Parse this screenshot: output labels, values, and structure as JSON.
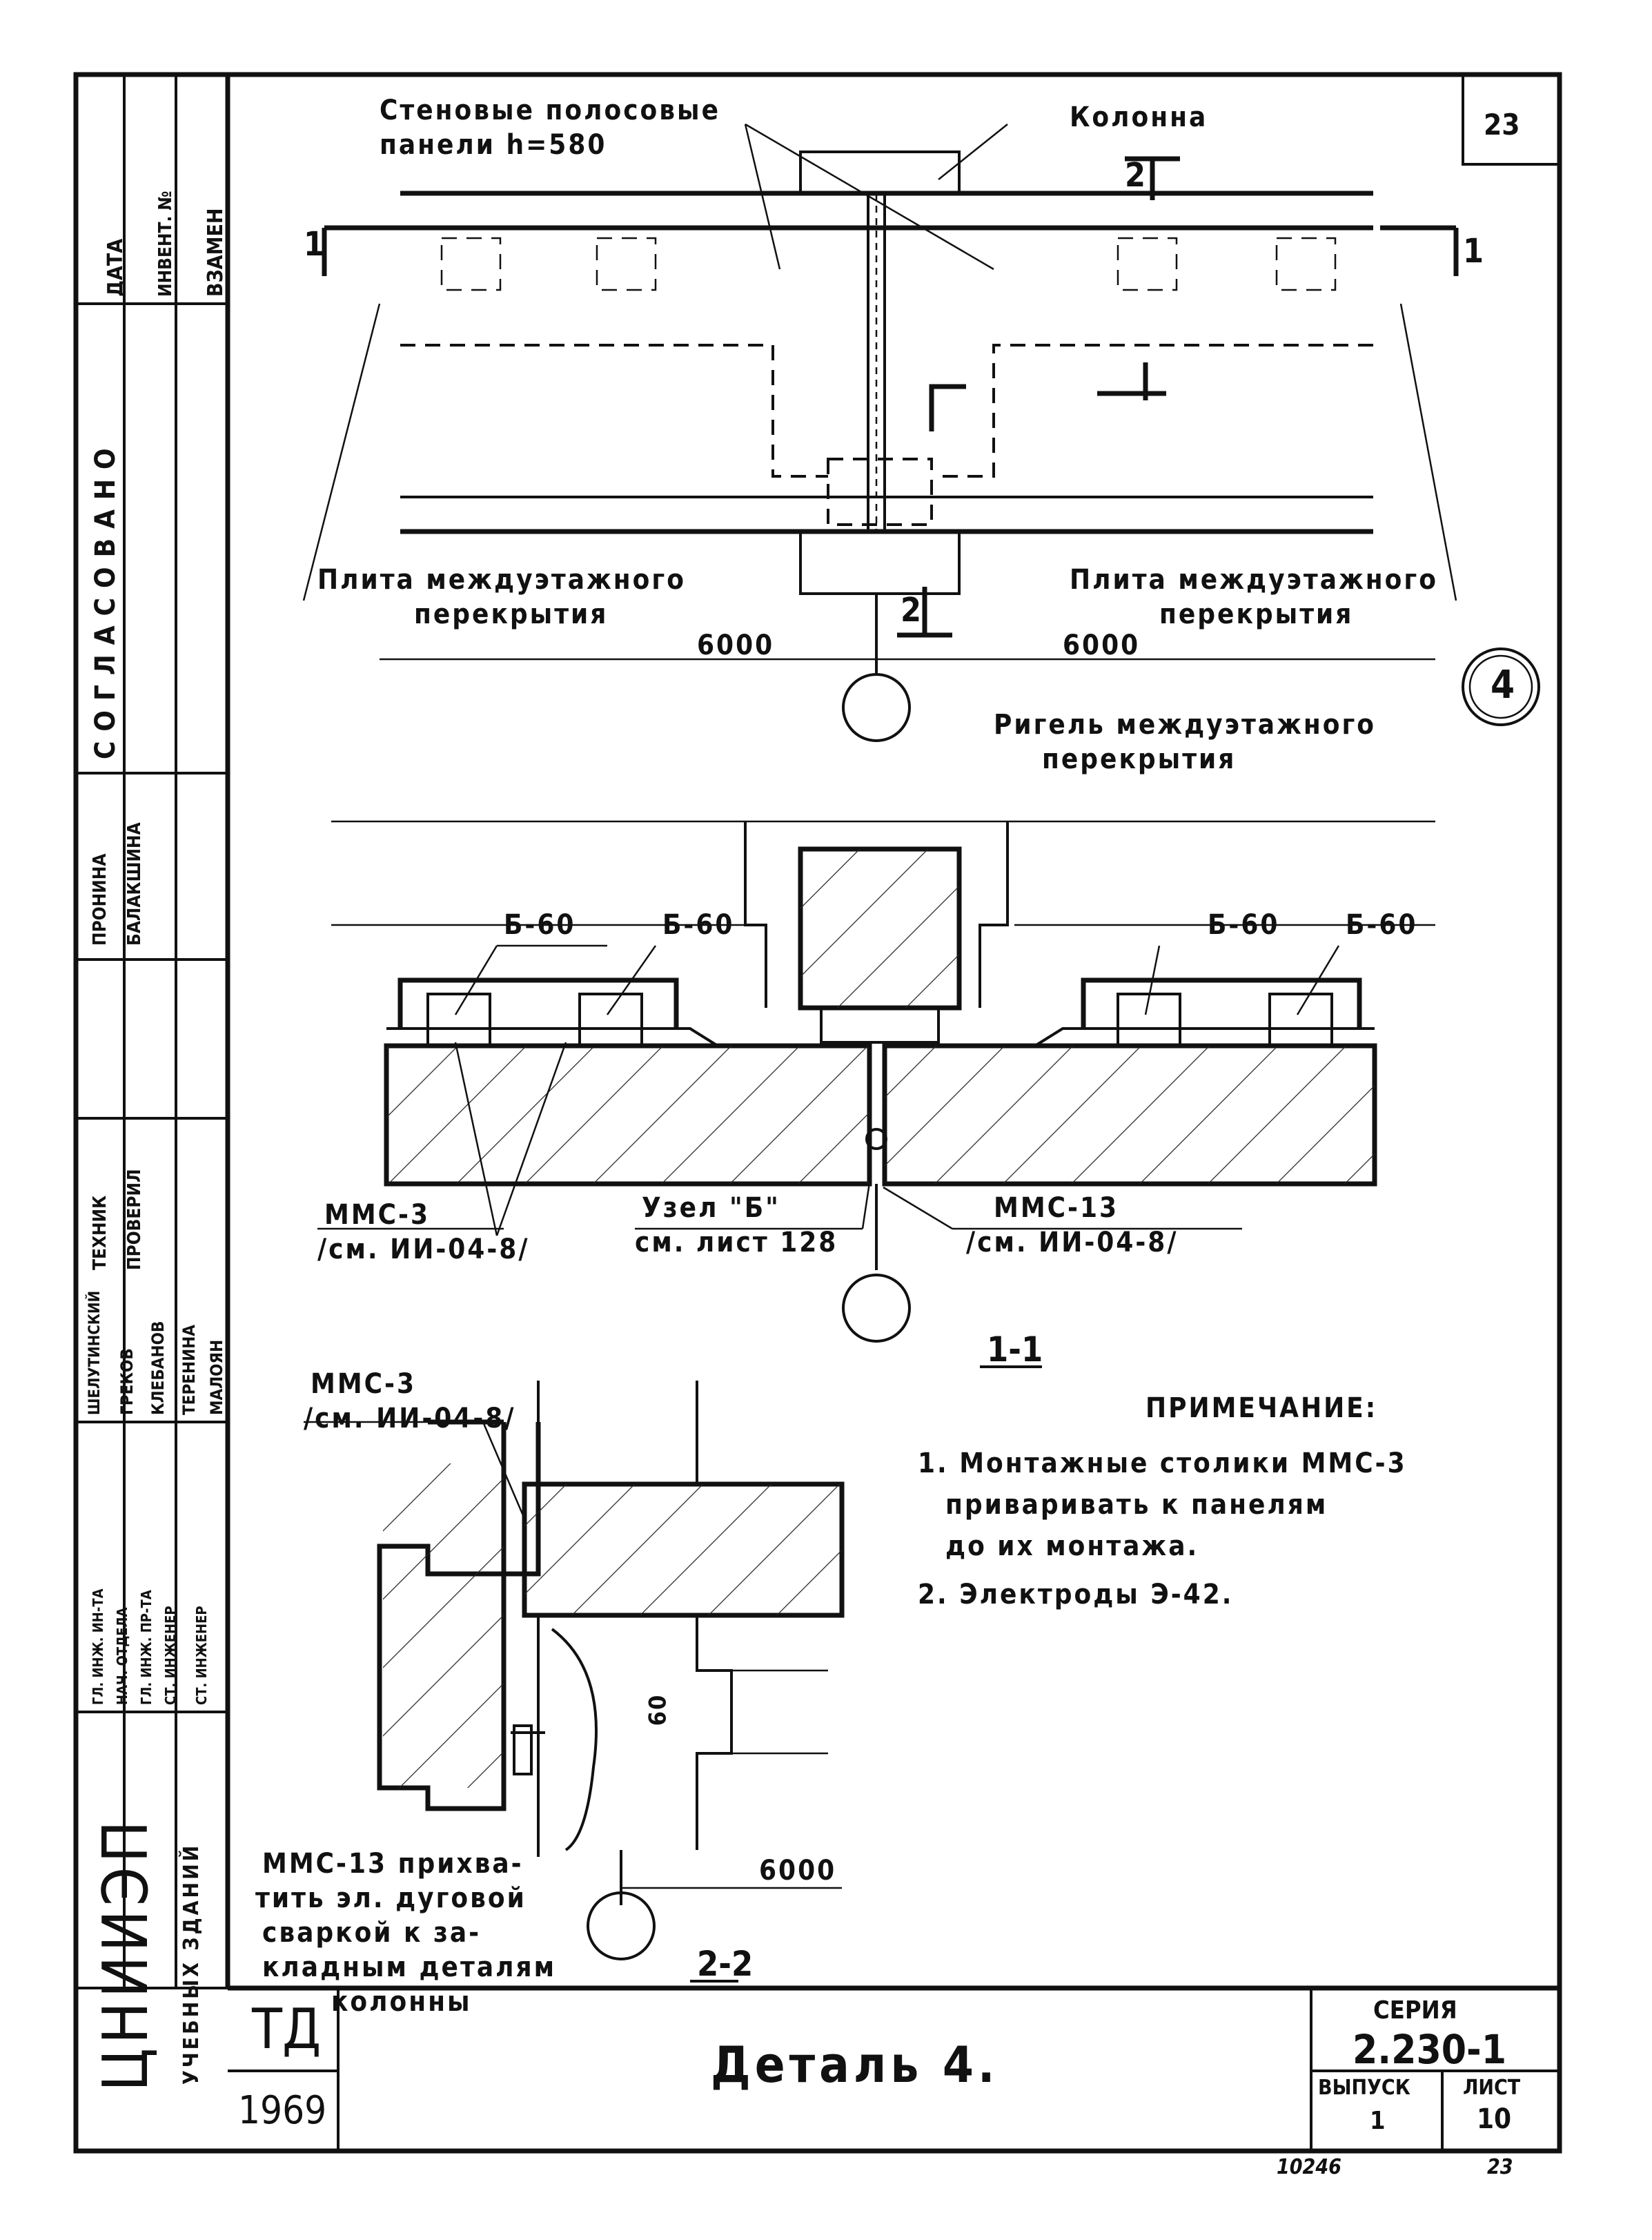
{
  "sheet": {
    "page_number": "23",
    "detail_marker": "4",
    "title": "Деталь 4.",
    "series_label": "СЕРИЯ",
    "series_value": "2.230-1",
    "issue_label": "ВЫПУСК",
    "issue_value": "1",
    "sheet_label": "ЛИСТ",
    "sheet_value": "10",
    "td_label": "ТД",
    "year": "1969",
    "archive_number": "10246",
    "footer_page": "23",
    "org_name": "ЦНИИЭП",
    "org_sub": "УЧЕБНЫХ ЗДАНИЙ"
  },
  "left_stamp": {
    "top_cols": [
      "ДАТА",
      "ИНВЕНТ. №",
      "ВЗАМЕН"
    ],
    "agreed": "СОГЛАСОВАНО",
    "names_1": [
      "ПРОНИНА",
      "БАЛАКШИНА"
    ],
    "roles_2": [
      "ТЕХНИК",
      "ПРОВЕРИЛ"
    ],
    "names_3": [
      "ШЕЛУТИНСКИЙ",
      "ГРЕКОВ",
      "КЛЕБАНОВ",
      "ТЕРЕНИНА",
      "МАЛОЯН"
    ],
    "roles_4": [
      "ГЛ. ИНЖ. ИН-ТА",
      "НАЧ. ОТДЕЛА",
      "ГЛ. ИНЖ. ПР-ТА",
      "СТ. ИНЖЕНЕР",
      "СТ. ИНЖЕНЕР"
    ]
  },
  "plan": {
    "label_panels_1": "Стеновые полосовые",
    "label_panels_2": "панели  h=580",
    "label_column": "Колонна",
    "slab_left_1": "Плита междуэтажного",
    "slab_left_2": "перекрытия",
    "slab_right_1": "Плита междуэтажного",
    "slab_right_2": "перекрытия",
    "dim_left": "6000",
    "dim_right": "6000",
    "cut_1_left": "1",
    "cut_1_right": "1",
    "cut_2_top": "2",
    "cut_2_bottom": "2"
  },
  "section_1": {
    "girder_1": "Ригель междуэтажного",
    "girder_2": "перекрытия",
    "weld_labels": [
      "Б-60",
      "Б-60",
      "Б-60",
      "Б-60"
    ],
    "mms3_1": "ММС-3",
    "mms3_2": "/см. ИИ-04-8/",
    "node_1": "Узел \"Б\"",
    "node_2": "см. лист 128",
    "mms13_1": "ММС-13",
    "mms13_2": "/см. ИИ-04-8/",
    "caption": "1-1"
  },
  "section_2": {
    "mms3_1": "ММС-3",
    "mms3_2": "/см. ИИ-04-8/",
    "dim_60": "60",
    "dim_6000": "6000",
    "note_lines": [
      "ММС-13 прихва-",
      "тить эл. дуговой",
      "сваркой к за-",
      "кладным деталям",
      "колонны"
    ],
    "caption": "2-2"
  },
  "notes": {
    "heading": "ПРИМЕЧАНИЕ:",
    "items": [
      "1. Монтажные столики ММС-3",
      "приваривать к панелям",
      "до их монтажа.",
      "2. Электроды Э-42."
    ]
  }
}
